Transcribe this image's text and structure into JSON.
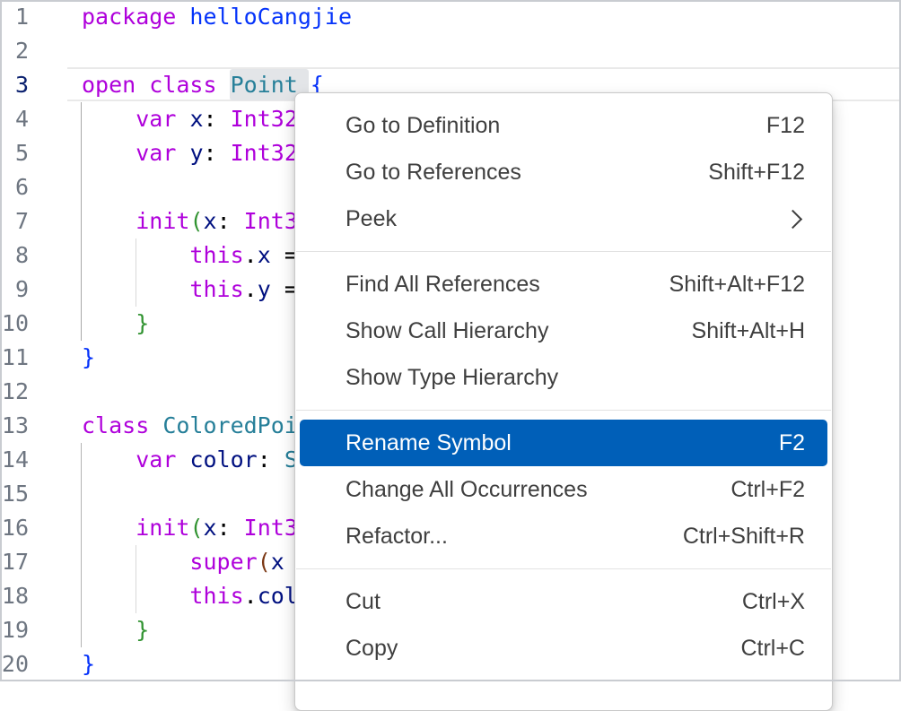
{
  "window": {
    "border_color": "#c9ccd1"
  },
  "editor": {
    "background": "#ffffff",
    "selection_color": "#e3e5e8",
    "current_line_border_color": "#e9e9e9",
    "active_line_number": 3,
    "gutter_color": "#6e7681",
    "gutter_active_color": "#0b216f",
    "token_colors": {
      "kw": "#af00db",
      "ns": "#0433fa",
      "type": "#267f99",
      "var": "#001080",
      "pun": "#000000",
      "b1": "#0431fa",
      "b2": "#319331",
      "b3": "#7b3814"
    },
    "lines": [
      {
        "n": "1",
        "tokens": [
          {
            "t": "package ",
            "c": "kw"
          },
          {
            "t": "helloCangjie",
            "c": "ns"
          }
        ]
      },
      {
        "n": "2",
        "tokens": []
      },
      {
        "n": "3",
        "tokens": [
          {
            "t": "open class ",
            "c": "kw"
          },
          {
            "t": "Point",
            "c": "type",
            "sel": true
          },
          {
            "t": " ",
            "c": "pun"
          },
          {
            "t": "{",
            "c": "b1"
          }
        ]
      },
      {
        "n": "4",
        "tokens": [
          {
            "t": "    ",
            "c": "pun"
          },
          {
            "t": "var ",
            "c": "kw"
          },
          {
            "t": "x",
            "c": "var"
          },
          {
            "t": ": ",
            "c": "pun"
          },
          {
            "t": "Int32",
            "c": "kw"
          }
        ]
      },
      {
        "n": "5",
        "tokens": [
          {
            "t": "    ",
            "c": "pun"
          },
          {
            "t": "var ",
            "c": "kw"
          },
          {
            "t": "y",
            "c": "var"
          },
          {
            "t": ": ",
            "c": "pun"
          },
          {
            "t": "Int32",
            "c": "kw"
          }
        ]
      },
      {
        "n": "6",
        "tokens": []
      },
      {
        "n": "7",
        "tokens": [
          {
            "t": "    ",
            "c": "pun"
          },
          {
            "t": "init",
            "c": "kw"
          },
          {
            "t": "(",
            "c": "b2"
          },
          {
            "t": "x",
            "c": "var"
          },
          {
            "t": ": ",
            "c": "pun"
          },
          {
            "t": "Int3",
            "c": "kw"
          }
        ]
      },
      {
        "n": "8",
        "tokens": [
          {
            "t": "        ",
            "c": "pun"
          },
          {
            "t": "this",
            "c": "kw"
          },
          {
            "t": ".",
            "c": "pun"
          },
          {
            "t": "x",
            "c": "var"
          },
          {
            "t": " =",
            "c": "pun"
          }
        ]
      },
      {
        "n": "9",
        "tokens": [
          {
            "t": "        ",
            "c": "pun"
          },
          {
            "t": "this",
            "c": "kw"
          },
          {
            "t": ".",
            "c": "pun"
          },
          {
            "t": "y",
            "c": "var"
          },
          {
            "t": " =",
            "c": "pun"
          }
        ]
      },
      {
        "n": "10",
        "tokens": [
          {
            "t": "    ",
            "c": "pun"
          },
          {
            "t": "}",
            "c": "b2"
          }
        ]
      },
      {
        "n": "11",
        "tokens": [
          {
            "t": "}",
            "c": "b1"
          }
        ]
      },
      {
        "n": "12",
        "tokens": []
      },
      {
        "n": "13",
        "tokens": [
          {
            "t": "class ",
            "c": "kw"
          },
          {
            "t": "ColoredPoi",
            "c": "type"
          }
        ]
      },
      {
        "n": "14",
        "tokens": [
          {
            "t": "    ",
            "c": "pun"
          },
          {
            "t": "var ",
            "c": "kw"
          },
          {
            "t": "color",
            "c": "var"
          },
          {
            "t": ": ",
            "c": "pun"
          },
          {
            "t": "S",
            "c": "type"
          }
        ]
      },
      {
        "n": "15",
        "tokens": []
      },
      {
        "n": "16",
        "tokens": [
          {
            "t": "    ",
            "c": "pun"
          },
          {
            "t": "init",
            "c": "kw"
          },
          {
            "t": "(",
            "c": "b2"
          },
          {
            "t": "x",
            "c": "var"
          },
          {
            "t": ": ",
            "c": "pun"
          },
          {
            "t": "Int3",
            "c": "kw"
          }
        ]
      },
      {
        "n": "17",
        "tokens": [
          {
            "t": "        ",
            "c": "pun"
          },
          {
            "t": "super",
            "c": "kw"
          },
          {
            "t": "(",
            "c": "b3"
          },
          {
            "t": "x",
            "c": "var"
          }
        ]
      },
      {
        "n": "18",
        "tokens": [
          {
            "t": "        ",
            "c": "pun"
          },
          {
            "t": "this",
            "c": "kw"
          },
          {
            "t": ".",
            "c": "pun"
          },
          {
            "t": "col",
            "c": "var"
          }
        ]
      },
      {
        "n": "19",
        "tokens": [
          {
            "t": "    ",
            "c": "pun"
          },
          {
            "t": "}",
            "c": "b2"
          }
        ]
      },
      {
        "n": "20",
        "tokens": [
          {
            "t": "}",
            "c": "b1"
          }
        ]
      }
    ]
  },
  "context_menu": {
    "background": "#ffffff",
    "text_color": "#3f3f3f",
    "selected_bg": "#005fb8",
    "selected_text_color": "#ffffff",
    "groups": [
      {
        "items": [
          {
            "label": "Go to Definition",
            "shortcut": "F12"
          },
          {
            "label": "Go to References",
            "shortcut": "Shift+F12"
          },
          {
            "label": "Peek",
            "submenu": true
          }
        ]
      },
      {
        "items": [
          {
            "label": "Find All References",
            "shortcut": "Shift+Alt+F12"
          },
          {
            "label": "Show Call Hierarchy",
            "shortcut": "Shift+Alt+H"
          },
          {
            "label": "Show Type Hierarchy",
            "shortcut": ""
          }
        ]
      },
      {
        "items": [
          {
            "label": "Rename Symbol",
            "shortcut": "F2",
            "selected": true
          },
          {
            "label": "Change All Occurrences",
            "shortcut": "Ctrl+F2"
          },
          {
            "label": "Refactor...",
            "shortcut": "Ctrl+Shift+R"
          }
        ]
      },
      {
        "items": [
          {
            "label": "Cut",
            "shortcut": "Ctrl+X"
          },
          {
            "label": "Copy",
            "shortcut": "Ctrl+C"
          }
        ]
      }
    ]
  }
}
